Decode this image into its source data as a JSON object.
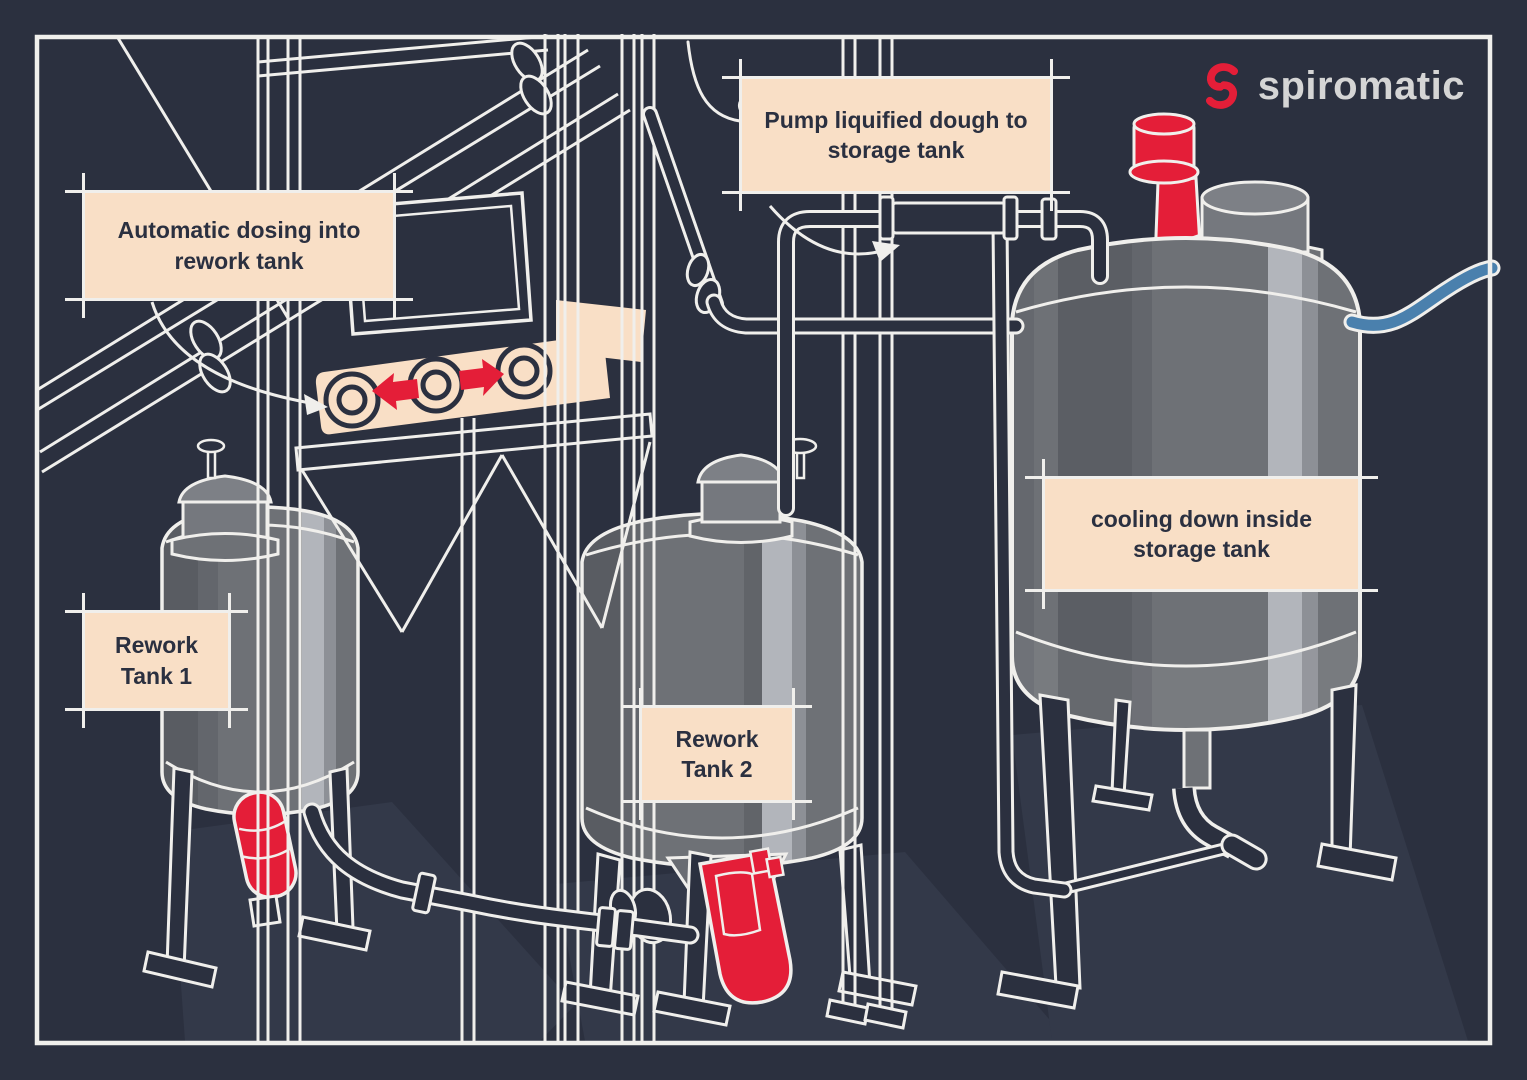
{
  "scene": {
    "background": "#2b303f",
    "frame_color": "#f0efec"
  },
  "logo": {
    "text": "spiromatic",
    "icon": "spiromatic-swirl-icon",
    "icon_color": "#e41e38",
    "text_color": "#d5d5d5"
  },
  "labels": {
    "automatic_dosing": {
      "text": "Automatic dosing into rework tank"
    },
    "pump_dough": {
      "text": "Pump liquified dough to storage tank"
    },
    "cooling_down": {
      "text": "cooling down inside storage tank"
    },
    "rework_tank_1": {
      "text": "Rework Tank 1"
    },
    "rework_tank_2": {
      "text": "Rework Tank 2"
    }
  },
  "style": {
    "label_bg": "#f9dfc6",
    "label_text": "#2b3040",
    "accent_red": "#e41e38",
    "pipe_blue": "#4a80ad",
    "tank_gray": "#6e7176",
    "tank_gray_dark": "#595c62",
    "tank_highlight": "#b2b5bb",
    "line_white": "#f0efec"
  },
  "diagram": {
    "type": "process-illustration",
    "equipment": [
      "dosing frame with conveyor",
      "rework tank 1",
      "rework tank 2",
      "storage tank",
      "red transfer pumps",
      "blue supply hose"
    ],
    "flow_steps": [
      "Automatic dosing into rework tank",
      "Pump liquified dough to storage tank",
      "cooling down inside storage tank"
    ]
  }
}
